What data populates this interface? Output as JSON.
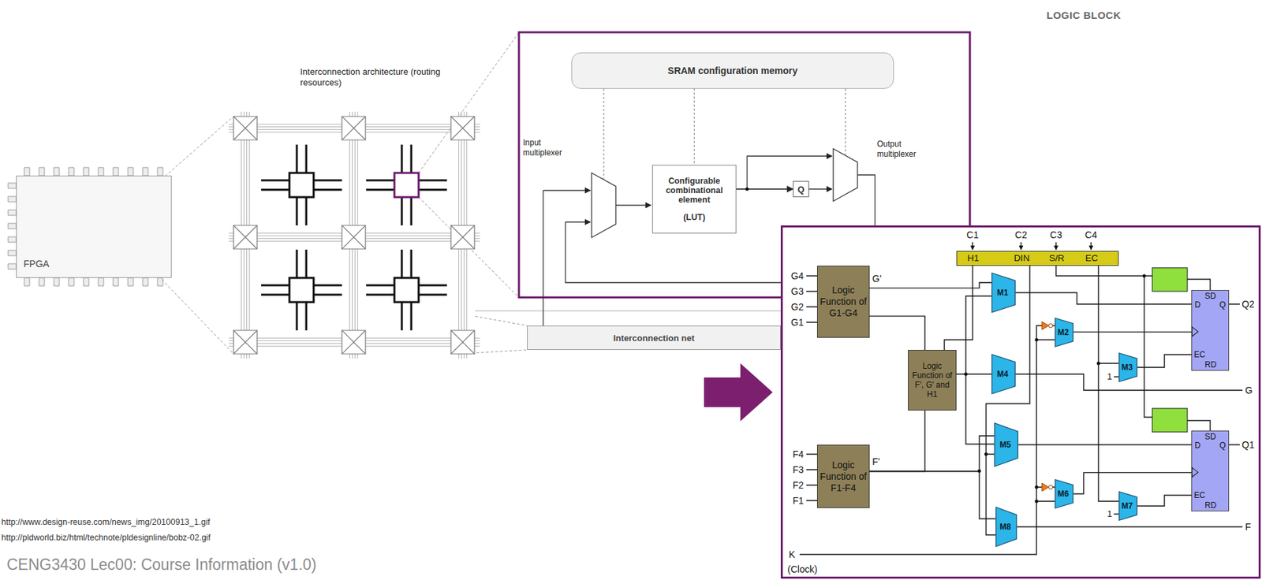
{
  "diagram": {
    "nodes": [
      {
        "text": [
          "FPGA"
        ]
      },
      {
        "text": [
          "LOGIC BLOCK"
        ]
      },
      {
        "text": [
          "SRAM configuration memory"
        ],
        "in": 1
      },
      {
        "text": [
          "Configurable combinational element",
          "(LUT)"
        ],
        "in": 1
      },
      {
        "text": [
          "Q"
        ],
        "in": 1
      },
      {
        "text": [
          "Interconnection net"
        ]
      },
      {
        "text": [
          "H1",
          "DIN",
          "S/R",
          "EC"
        ]
      },
      {
        "text": [
          "Logic Function of G1-G4"
        ]
      },
      {
        "text": [
          "Logic Function of F', G' and H1"
        ]
      },
      {
        "text": [
          "Logic Function of F1-F4"
        ]
      },
      {
        "text": [
          "M1"
        ]
      },
      {
        "text": [
          "M2"
        ]
      },
      {
        "text": [
          "M3"
        ]
      },
      {
        "text": [
          "M4"
        ]
      },
      {
        "text": [
          "M5"
        ]
      },
      {
        "text": [
          "M6"
        ]
      },
      {
        "text": [
          "M7"
        ]
      },
      {
        "text": [
          "M8"
        ]
      },
      {
        "text": [
          "D",
          "SD",
          "Q",
          "EC",
          "RD"
        ]
      },
      {
        "text": [
          "D",
          "SD",
          "Q",
          "EC",
          "RD"
        ]
      }
    ],
    "edges": [
      {
        "from": 2,
        "to": 3,
        "arrow": "none"
      },
      {
        "from": 3,
        "to": 4,
        "arrow": "to"
      },
      {
        "from": 7,
        "to": 8,
        "arrow": "none"
      },
      {
        "from": 7,
        "to": 10,
        "arrow": "none"
      },
      {
        "from": 9,
        "to": 8,
        "arrow": "none"
      },
      {
        "from": 9,
        "to": 14,
        "arrow": "none"
      },
      {
        "from": 9,
        "to": 17,
        "arrow": "none"
      },
      {
        "from": 8,
        "to": 13,
        "arrow": "none"
      },
      {
        "from": 6,
        "to": 8,
        "arrow": "none"
      },
      {
        "from": 10,
        "to": 18,
        "arrow": "none"
      },
      {
        "from": 11,
        "to": 18,
        "arrow": "none"
      },
      {
        "from": 12,
        "to": 18,
        "arrow": "none"
      },
      {
        "from": 14,
        "to": 19,
        "arrow": "none"
      },
      {
        "from": 15,
        "to": 19,
        "arrow": "none"
      },
      {
        "from": 16,
        "to": 19,
        "arrow": "none"
      }
    ],
    "labels": [
      "Interconnection architecture (routing resources)",
      "Input multiplexer",
      "Output multiplexer",
      "C1",
      "C2",
      "C3",
      "C4",
      "G4",
      "G3",
      "G2",
      "G1",
      "G'",
      "F4",
      "F3",
      "F2",
      "F1",
      "F'",
      "Q2",
      "G",
      "Q1",
      "F",
      "1",
      "1",
      "K",
      "(Clock)",
      "http://www.design-reuse.com/news_img/20100913_1.gif",
      "http://pldworld.biz/html/technote/pldesignline/bobz-02.gif",
      "CENG3430 Lec00: Course Information (v1.0)"
    ]
  }
}
